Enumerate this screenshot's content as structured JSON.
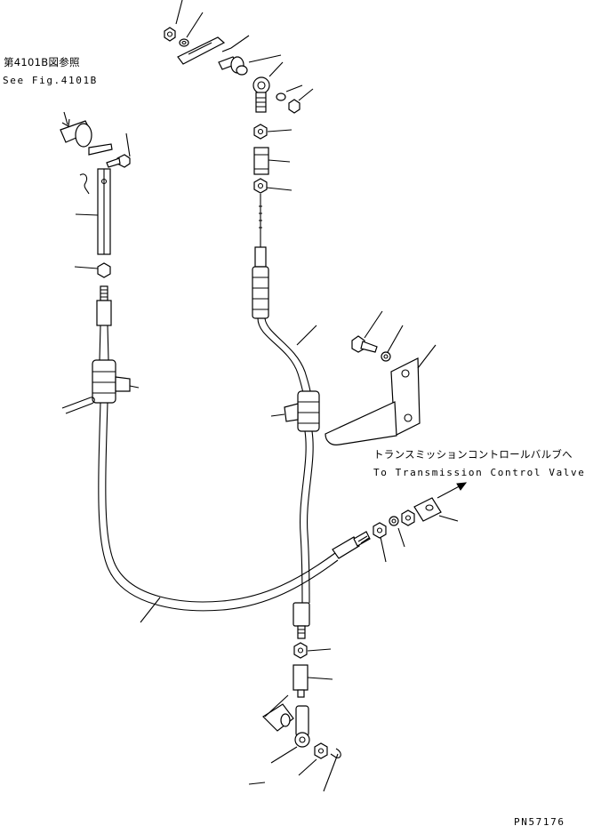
{
  "references": {
    "see_fig_jp": "第4101B図参照",
    "see_fig_en": "See Fig.4101B"
  },
  "destination": {
    "jp": "トランスミッションコントロールバルブへ",
    "en": "To Transmission Control Valve"
  },
  "part_number": "PN57176"
}
